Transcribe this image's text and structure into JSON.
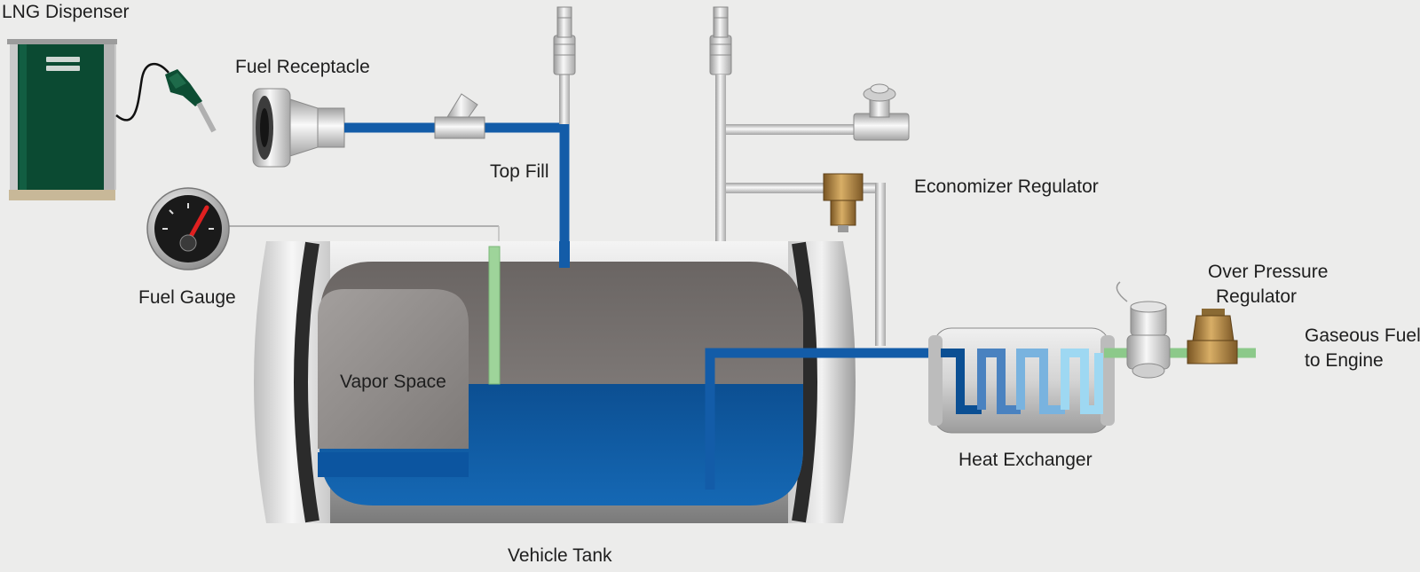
{
  "labels": {
    "lng_dispenser": "LNG Dispenser",
    "fuel_receptacle": "Fuel Receptacle",
    "top_fill": "Top Fill",
    "economizer_regulator": "Economizer Regulator",
    "fuel_gauge": "Fuel Gauge",
    "over_pressure_line1": "Over Pressure",
    "over_pressure_line2": "Regulator",
    "gaseous_fuel_line1": "Gaseous Fuel",
    "gaseous_fuel_line2": "to Engine",
    "vapor_space": "Vapor Space",
    "heat_exchanger": "Heat Exchanger",
    "vehicle_tank": "Vehicle Tank"
  },
  "colors": {
    "background": "#ececeb",
    "lng_liquid": "#0b4f93",
    "fuel_line": "#135ca8",
    "gas_line": "#8cc98a",
    "dispenser_body": "#0b4a32",
    "brass_fitting": "#a57b3c",
    "gauge_needle": "#e02020"
  },
  "icons": {
    "dispenser": "fuel-pump-icon",
    "nozzle": "fuel-nozzle-icon",
    "gauge": "dial-gauge-icon",
    "valve": "valve-icon"
  }
}
